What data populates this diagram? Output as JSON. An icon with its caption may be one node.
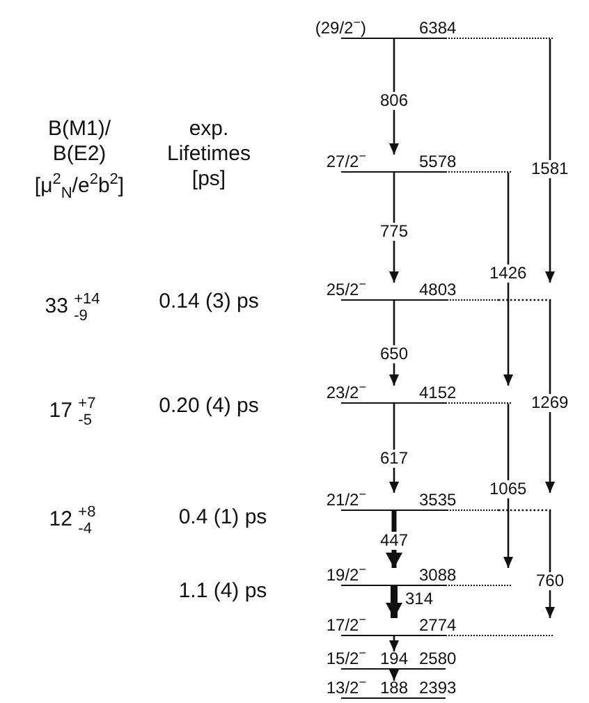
{
  "diagram": {
    "nodes": [
      {
        "text": [
          "(29/2$^{−}$)",
          "6384"
        ]
      },
      {
        "text": [
          "27/2$^{−}$",
          "5578"
        ]
      },
      {
        "text": [
          "25/2$^{−}$",
          "4803"
        ]
      },
      {
        "text": [
          "23/2$^{−}$",
          "4152"
        ]
      },
      {
        "text": [
          "21/2$^{−}$",
          "3535"
        ]
      },
      {
        "text": [
          "19/2$^{−}$",
          "3088"
        ]
      },
      {
        "text": [
          "17/2$^{−}$",
          "2774"
        ]
      },
      {
        "text": [
          "15/2$^{−}$",
          "2580"
        ]
      },
      {
        "text": [
          "13/2$^{−}$",
          "2393"
        ]
      }
    ],
    "edges": [
      {
        "from": 0,
        "to": 1,
        "arrow": "to",
        "label": "806"
      },
      {
        "from": 1,
        "to": 2,
        "arrow": "to",
        "label": "775"
      },
      {
        "from": 2,
        "to": 3,
        "arrow": "to",
        "label": "650"
      },
      {
        "from": 3,
        "to": 4,
        "arrow": "to",
        "label": "617"
      },
      {
        "from": 4,
        "to": 5,
        "arrow": "to",
        "label": "447",
        "style": "thick"
      },
      {
        "from": 5,
        "to": 6,
        "arrow": "to",
        "label": "314",
        "style": "thick"
      },
      {
        "from": 6,
        "to": 7,
        "arrow": "to",
        "label": "194"
      },
      {
        "from": 7,
        "to": 8,
        "arrow": "to",
        "label": "188"
      },
      {
        "from": 0,
        "to": 2,
        "arrow": "to",
        "label": "1581"
      },
      {
        "from": 1,
        "to": 3,
        "arrow": "to",
        "label": "1426"
      },
      {
        "from": 2,
        "to": 4,
        "arrow": "to",
        "label": "1269"
      },
      {
        "from": 3,
        "to": 5,
        "arrow": "to",
        "label": "1065"
      },
      {
        "from": 4,
        "to": 6,
        "arrow": "to",
        "label": "760"
      }
    ],
    "labels": [
      "B(M1)/ B(E2) [μ$^{2}$$_{N}$/e$^{2}$b$^{2}$]",
      "exp. Lifetimes [ps]",
      "33 $^{+14}$$_{-9}$",
      "0.14 (3) ps",
      "17 $^{+7}$$_{-5}$",
      "0.20 (4) ps",
      "12 $^{+8}$$_{-4}$",
      "0.4 (1) ps",
      "1.1 (4) ps"
    ]
  }
}
